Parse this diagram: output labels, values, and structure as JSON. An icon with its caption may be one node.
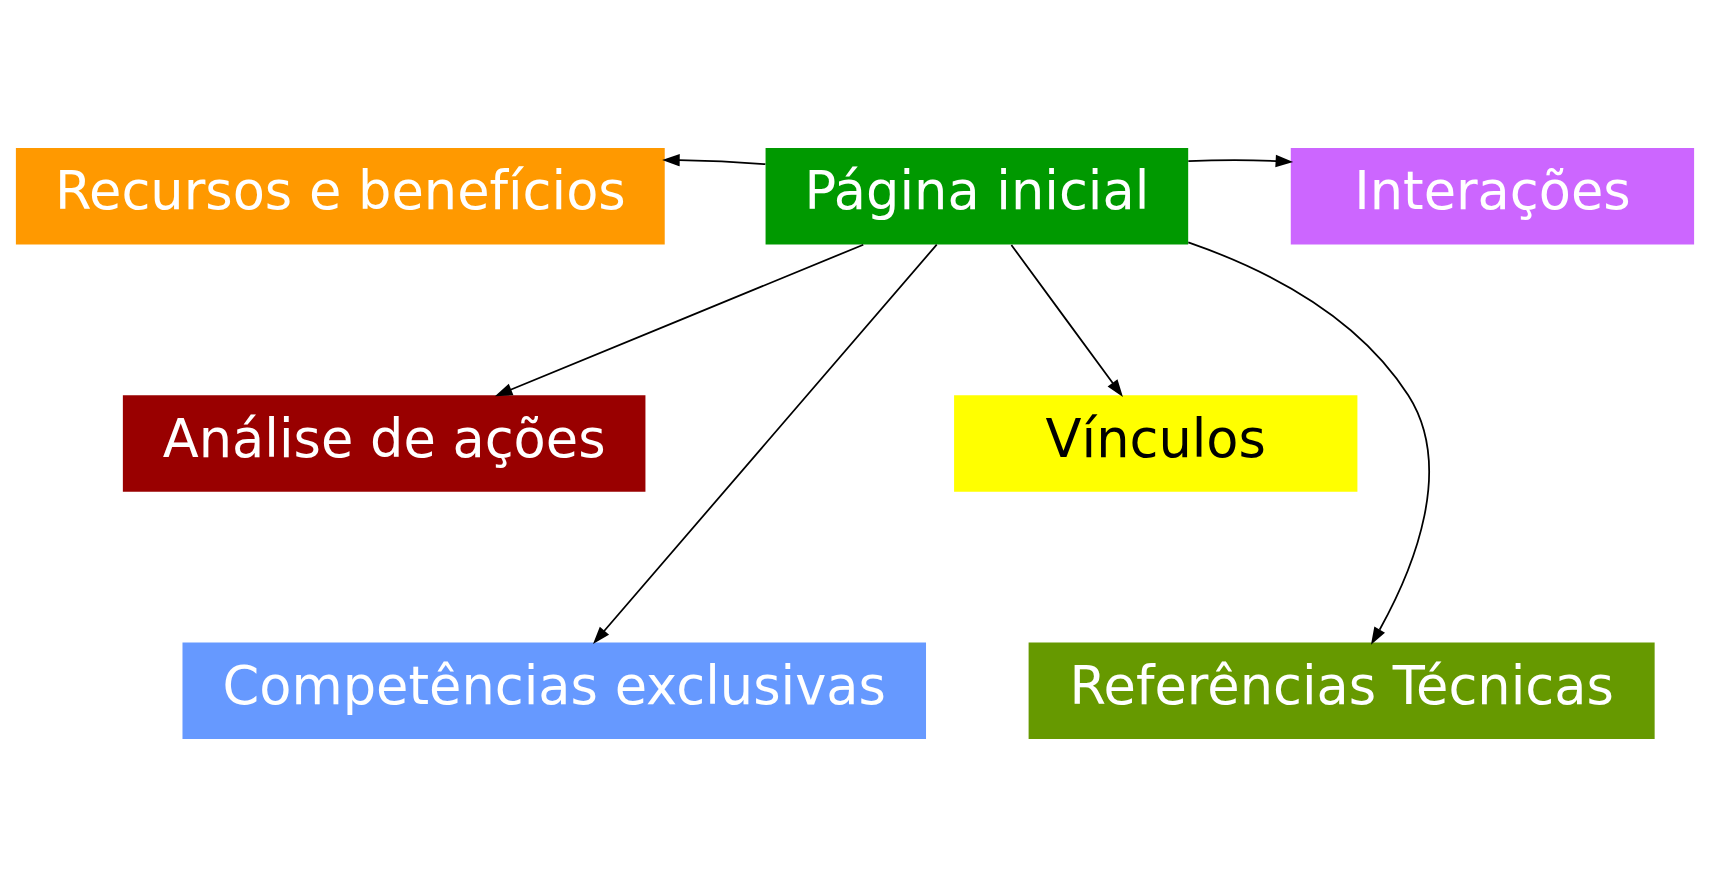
{
  "diagram": {
    "nodes": [
      {
        "text": [
          "Recursos e benefícios"
        ]
      },
      {
        "text": [
          "Página inicial"
        ]
      },
      {
        "text": [
          "Interações"
        ]
      },
      {
        "text": [
          "Análise de ações"
        ]
      },
      {
        "text": [
          "Vínculos"
        ]
      },
      {
        "text": [
          "Referências Técnicas"
        ]
      },
      {
        "text": [
          "Competências exclusivas"
        ]
      }
    ],
    "edges": [
      {
        "from": 1,
        "to": 0,
        "arrow": "to"
      },
      {
        "from": 1,
        "to": 2,
        "arrow": "to"
      },
      {
        "from": 1,
        "to": 3,
        "arrow": "to"
      },
      {
        "from": 1,
        "to": 6,
        "arrow": "to"
      },
      {
        "from": 1,
        "to": 4,
        "arrow": "to"
      },
      {
        "from": 1,
        "to": 5,
        "arrow": "to"
      }
    ]
  }
}
